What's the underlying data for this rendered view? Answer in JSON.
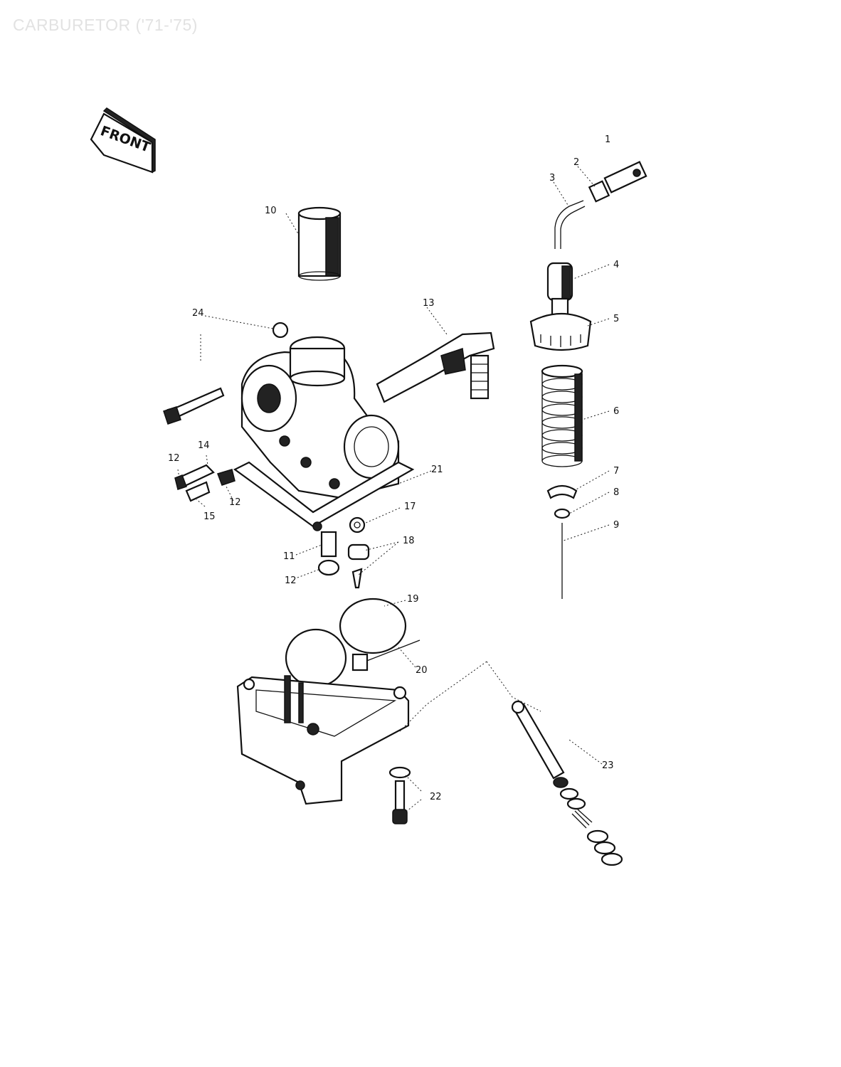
{
  "title": "CARBURETOR ('71-'75)",
  "front_label": "FRONT",
  "callouts": [
    "1",
    "2",
    "3",
    "4",
    "5",
    "6",
    "7",
    "8",
    "9",
    "10",
    "11",
    "12",
    "13",
    "14",
    "15",
    "12",
    "17",
    "18",
    "19",
    "20",
    "21",
    "22",
    "23",
    "24"
  ]
}
